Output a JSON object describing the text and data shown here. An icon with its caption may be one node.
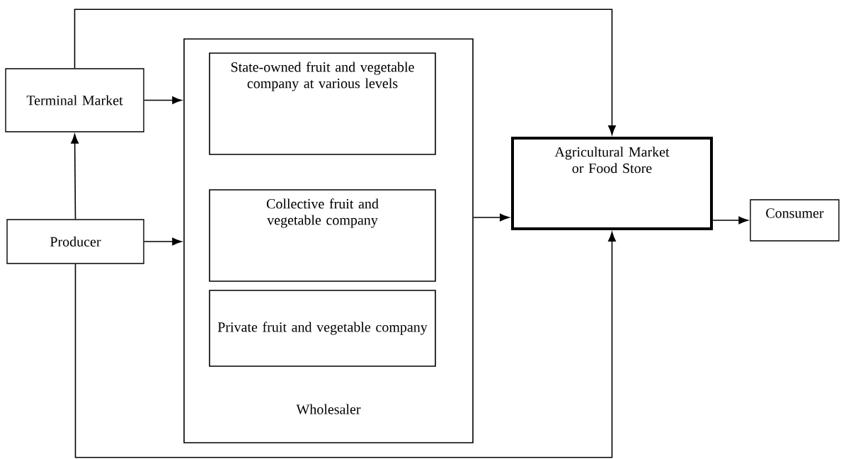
{
  "diagram": {
    "nodes": [
      {
        "text": [
          "Terminal Market"
        ]
      },
      {
        "text": [
          "Producer"
        ]
      },
      {
        "text": [
          "Wholesaler"
        ]
      },
      {
        "text": [
          "State-owned fruit and vegetable company at various levels"
        ],
        "in": 2
      },
      {
        "text": [
          "Collective fruit and vegetable company"
        ],
        "in": 2
      },
      {
        "text": [
          "Private fruit and vegetable company"
        ],
        "in": 2
      },
      {
        "text": [
          "Agricultural Market or Food Store"
        ]
      },
      {
        "text": [
          "Consumer"
        ]
      }
    ],
    "edges": [
      {
        "from": 1,
        "to": 0,
        "arrow": "to"
      },
      {
        "from": 0,
        "to": 2,
        "arrow": "to"
      },
      {
        "from": 1,
        "to": 2,
        "arrow": "to"
      },
      {
        "from": 0,
        "to": 6,
        "arrow": "to"
      },
      {
        "from": 2,
        "to": 6,
        "arrow": "to"
      },
      {
        "from": 1,
        "to": 6,
        "arrow": "to"
      },
      {
        "from": 6,
        "to": 7,
        "arrow": "to"
      }
    ]
  }
}
